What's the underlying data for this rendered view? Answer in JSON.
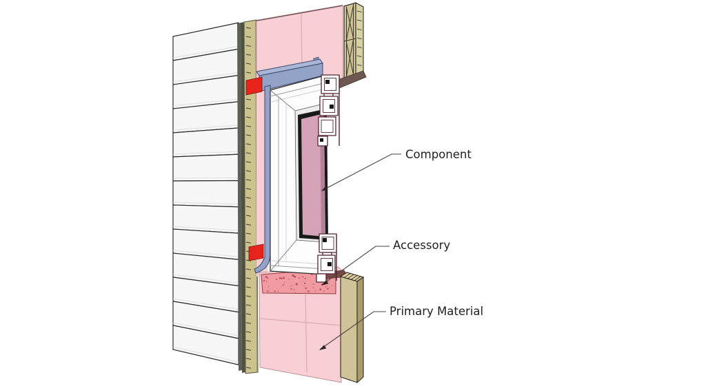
{
  "figure": {
    "type": "construction-detail-diagram",
    "description": "3D cutaway wall section with window installation detail",
    "labels": [
      {
        "id": "component",
        "text": "Component"
      },
      {
        "id": "accessory",
        "text": "Accessory"
      },
      {
        "id": "primary_material",
        "text": "Primary Material"
      }
    ],
    "colors": {
      "background": "#ffffff",
      "insulation_pink": "#f8cfd4",
      "insulation_seam": "#dcaab1",
      "insulation_edge": "#b98d93",
      "glazing_pink": "#d5a2b7",
      "glazing_pink_dark": "#b2829a",
      "glazing_frame": "#191919",
      "sealant_red": "#e8231c",
      "flashing_blue": "#93a2c7",
      "flashing_blue_top": "#aab6d5",
      "flashing_outline": "#39456b",
      "wood_khaki": "#cfc398",
      "wood_khaki_light": "#ded0a2",
      "wood_olive": "#d7d2a4",
      "wood_side_dark": "#ab9c6c",
      "wood_under_dark": "#6e5852",
      "sheathing_band": "#ccc28e",
      "sheathing_dark": "#4e5143",
      "siding_white": "#f7f7f7",
      "siding_end_dark": "#5d6153",
      "accessory_band": "#ef9ba1",
      "accessory_speckle": "#c9626b",
      "accessory_wedge": "#7a4a46",
      "profile_maroon": "#522530",
      "label_text": "#1f1f1f",
      "leader_line": "#4a4040"
    }
  }
}
